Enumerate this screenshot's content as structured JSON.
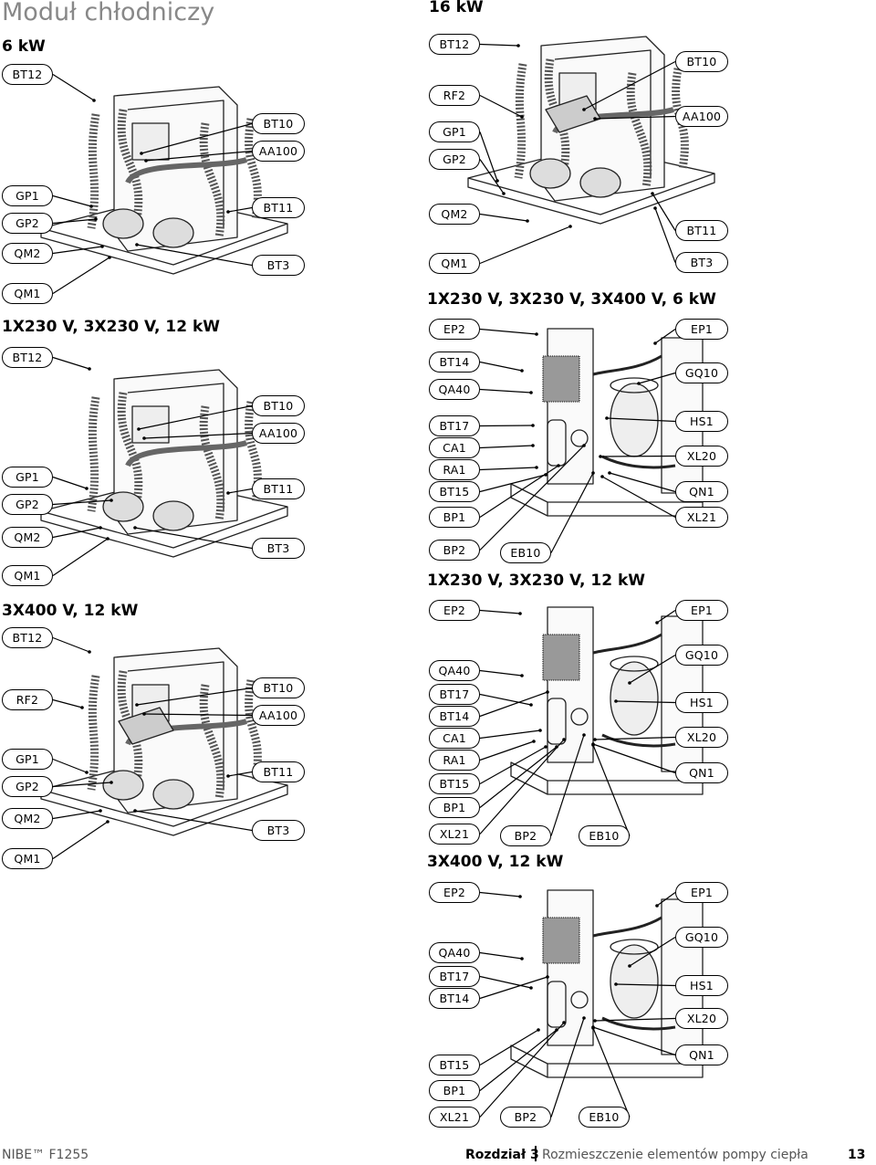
{
  "page_title": "Moduł chłodniczy",
  "sections": [
    {
      "id": "s1",
      "title": "6 kW"
    },
    {
      "id": "s2",
      "title": "1X230 V, 3X230 V, 12 kW"
    },
    {
      "id": "s3",
      "title": "3X400 V, 12 kW"
    },
    {
      "id": "s4",
      "title": "16 kW"
    },
    {
      "id": "s5",
      "title": "1X230 V, 3X230 V, 3X400 V, 6 kW"
    },
    {
      "id": "s6",
      "title": "1X230 V, 3X230 V, 12 kW"
    },
    {
      "id": "s7",
      "title": "3X400 V, 12 kW"
    }
  ],
  "labels": {
    "s1": [
      "BT12",
      "BT10",
      "AA100",
      "GP1",
      "GP2",
      "BT11",
      "QM2",
      "BT3",
      "QM1"
    ],
    "s2": [
      "BT12",
      "BT10",
      "AA100",
      "GP1",
      "GP2",
      "BT11",
      "QM2",
      "BT3",
      "QM1"
    ],
    "s3": [
      "BT12",
      "RF2",
      "BT10",
      "AA100",
      "GP1",
      "GP2",
      "BT11",
      "QM2",
      "BT3",
      "QM1"
    ],
    "s4": [
      "BT12",
      "BT10",
      "RF2",
      "AA100",
      "GP1",
      "GP2",
      "QM2",
      "BT11",
      "QM1",
      "BT3"
    ],
    "s5": [
      "EP2",
      "EP1",
      "BT14",
      "GQ10",
      "QA40",
      "BT17",
      "HS1",
      "CA1",
      "XL20",
      "RA1",
      "BT15",
      "QN1",
      "BP1",
      "XL21",
      "BP2",
      "EB10"
    ],
    "s6": [
      "EP2",
      "EP1",
      "GQ10",
      "QA40",
      "BT17",
      "HS1",
      "BT14",
      "CA1",
      "XL20",
      "RA1",
      "QN1",
      "BT15",
      "BP1",
      "XL21",
      "BP2",
      "EB10"
    ],
    "s7": [
      "EP2",
      "EP1",
      "GQ10",
      "QA40",
      "BT17",
      "HS1",
      "BT14",
      "XL20",
      "QN1",
      "BT15",
      "BP1",
      "XL21",
      "BP2",
      "EB10"
    ]
  },
  "footer": {
    "brand": "NIBE™ F1255",
    "chapter": "Rozdział 3",
    "chapter_name": "Rozmieszczenie elementów pompy ciepła",
    "page_number": "13"
  }
}
